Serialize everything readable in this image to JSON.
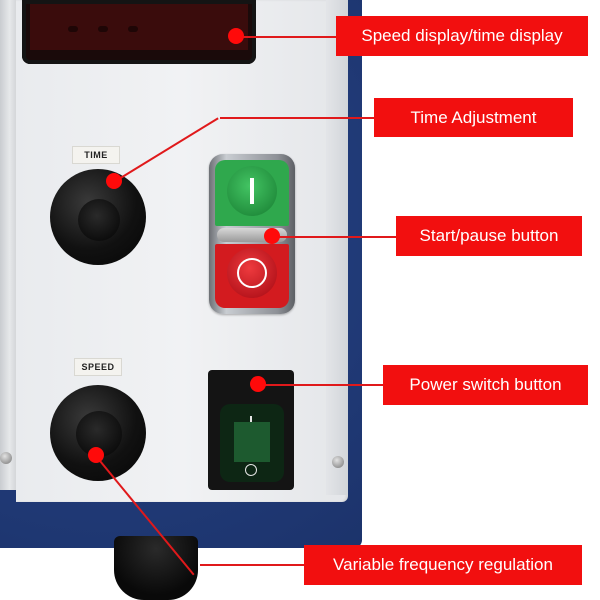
{
  "device": {
    "knob_labels": {
      "time": "TIME",
      "speed": "SPEED"
    },
    "start_button_symbol": "I",
    "pause_button_symbol": "O",
    "rocker_on_symbol": "I",
    "rocker_off_symbol": "O"
  },
  "callouts": [
    {
      "label": "Speed display/time display"
    },
    {
      "label": "Time Adjustment"
    },
    {
      "label": "Start/pause button"
    },
    {
      "label": "Power switch button"
    },
    {
      "label": "Variable frequency regulation"
    }
  ],
  "colors": {
    "callout_bg": "#f20f0f",
    "callout_text": "#ffffff",
    "leader_line": "#e0191b",
    "frame_blue": "#1f3a78",
    "panel": "#eceef0"
  }
}
